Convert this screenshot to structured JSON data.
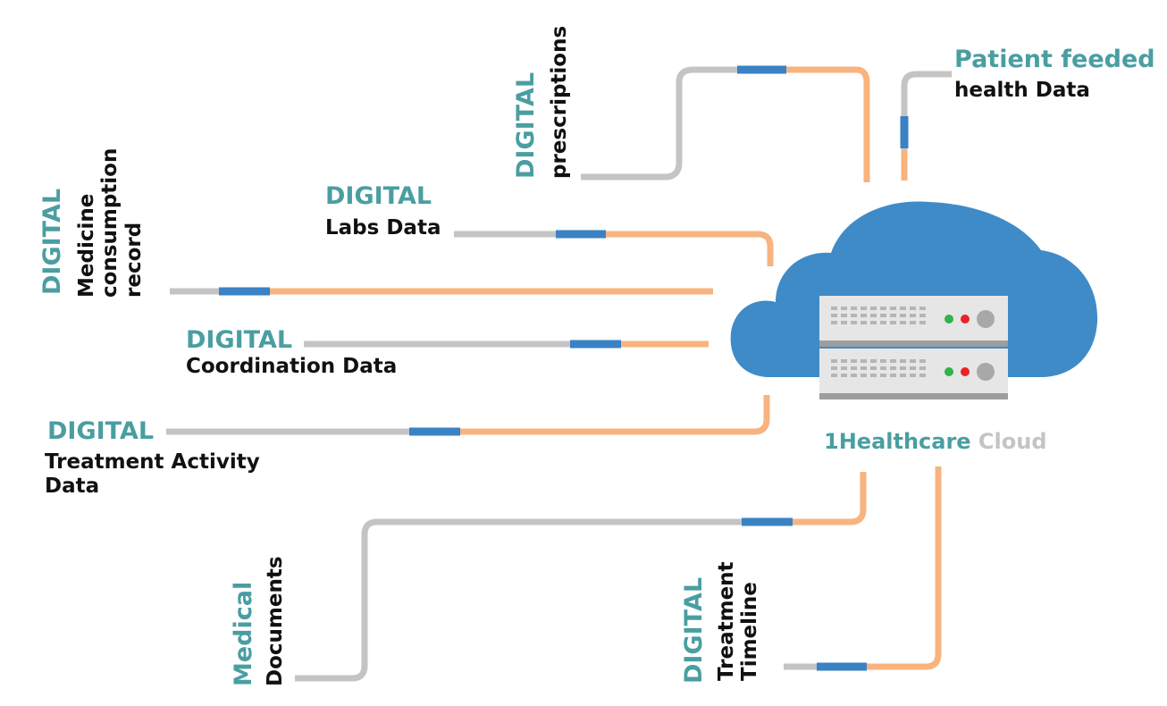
{
  "colors": {
    "teal": "#4a9ea1",
    "cable_gray": "#c4c4c4",
    "cable_orange": "#f8b37f",
    "connector_blue": "#3a82c4",
    "cloud_blue": "#3f8bc8",
    "server_gray": "#e6e6e6"
  },
  "labels": {
    "patient_feeded": {
      "line1": "Patient feeded",
      "line2": "health Data"
    },
    "prescriptions": {
      "word": "DIGITAL",
      "text": "prescriptions"
    },
    "labs": {
      "word": "DIGITAL",
      "text": "Labs Data"
    },
    "medicine": {
      "word": "DIGITAL",
      "line1": "Medicine",
      "line2": "consumption",
      "line3": "record"
    },
    "coordination": {
      "word": "DIGITAL",
      "text": "Coordination Data"
    },
    "treatment_activity": {
      "word": "DIGITAL",
      "line1": "Treatment Activity",
      "line2": "Data"
    },
    "medical_documents": {
      "word": "Medical",
      "text": "Documents"
    },
    "treatment_timeline": {
      "word": "DIGITAL",
      "line1": "Treatment",
      "line2": "Timeline"
    }
  },
  "cloud": {
    "name_accent": "1Healthcare",
    "name_rest": " Cloud"
  },
  "server_units": [
    {
      "status_lights": [
        "green",
        "red"
      ],
      "indicator_icon": "power-knob-icon"
    },
    {
      "status_lights": [
        "green",
        "red"
      ],
      "indicator_icon": "power-knob-icon"
    }
  ]
}
